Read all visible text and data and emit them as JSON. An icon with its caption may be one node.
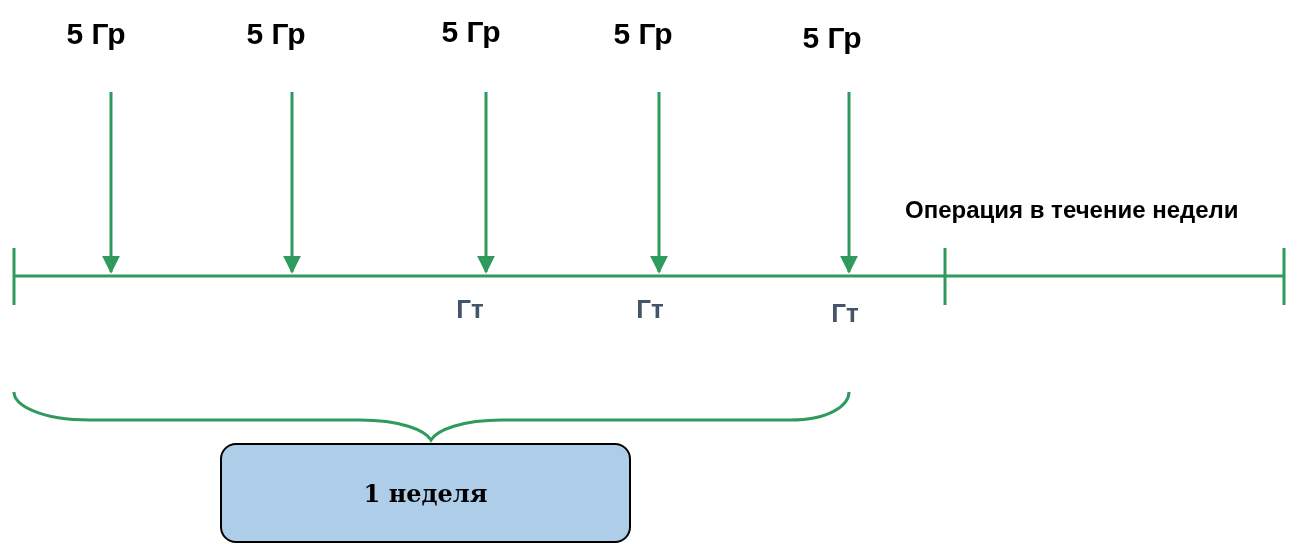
{
  "diagram": {
    "nodes": [
      {
        "text": [
          "5 Гр"
        ]
      },
      {
        "text": [
          "5 Гр"
        ]
      },
      {
        "text": [
          "5 Гр"
        ]
      },
      {
        "text": [
          "5 Гр"
        ]
      },
      {
        "text": [
          "5 Гр"
        ]
      },
      {
        "text": [
          "1 неделя"
        ]
      }
    ],
    "edges": [
      {
        "from": 0,
        "to": null,
        "arrow": "to"
      },
      {
        "from": 1,
        "to": null,
        "arrow": "to"
      },
      {
        "from": 2,
        "to": null,
        "arrow": "to"
      },
      {
        "from": 3,
        "to": null,
        "arrow": "to"
      },
      {
        "from": 4,
        "to": null,
        "arrow": "to"
      }
    ],
    "labels": [
      "Операция в течение недели",
      "Гт",
      "Гт",
      "Гт"
    ]
  }
}
